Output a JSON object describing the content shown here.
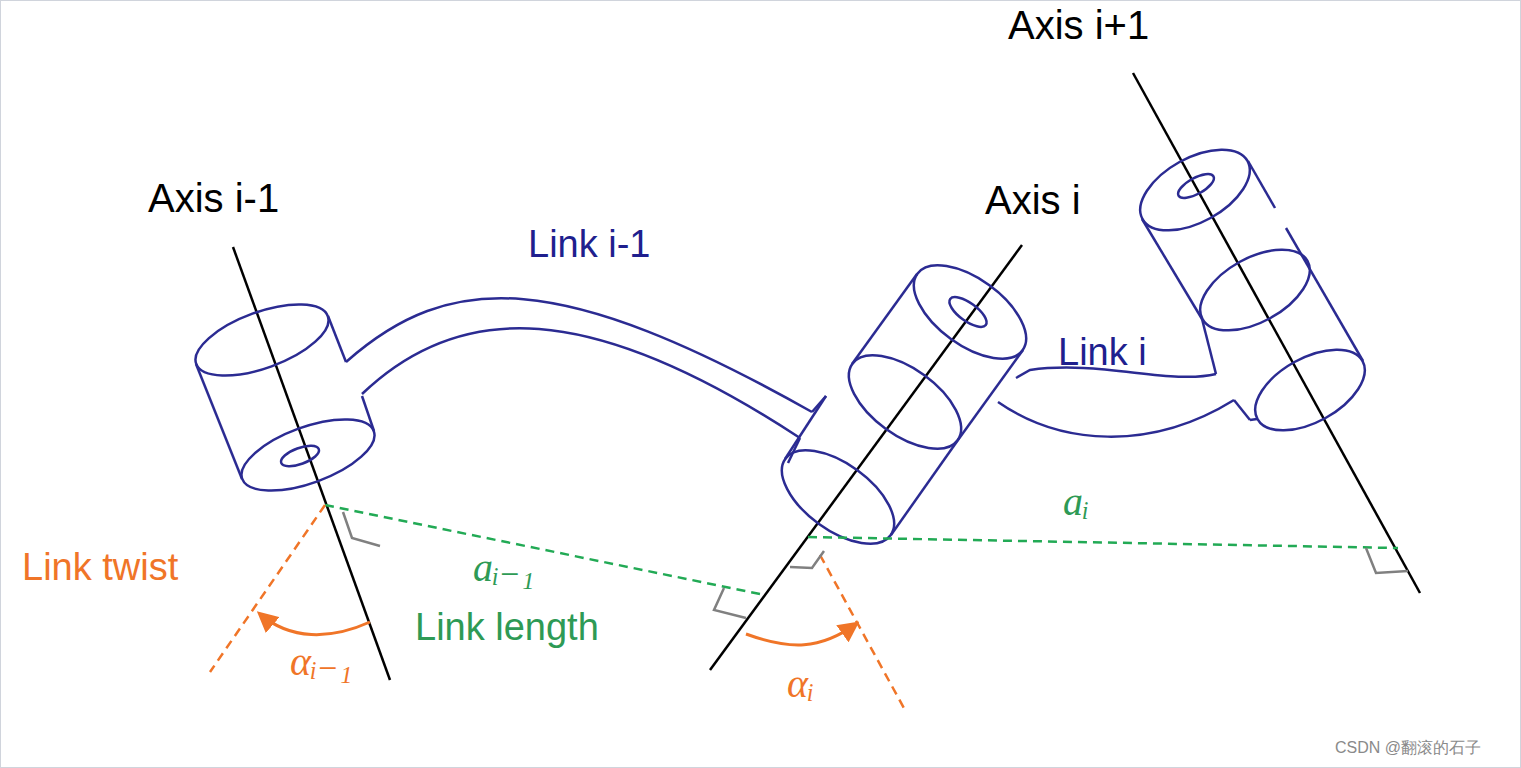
{
  "diagram": {
    "labels": [
      "Axis i+1",
      "Axis i-1",
      "Link i-1",
      "Axis i",
      "Link i",
      "aᵢ",
      "Link twist",
      "aᵢ₋₁",
      "Link length",
      "αᵢ₋₁",
      "αᵢ",
      "CSDN @翻滚的石子"
    ]
  }
}
